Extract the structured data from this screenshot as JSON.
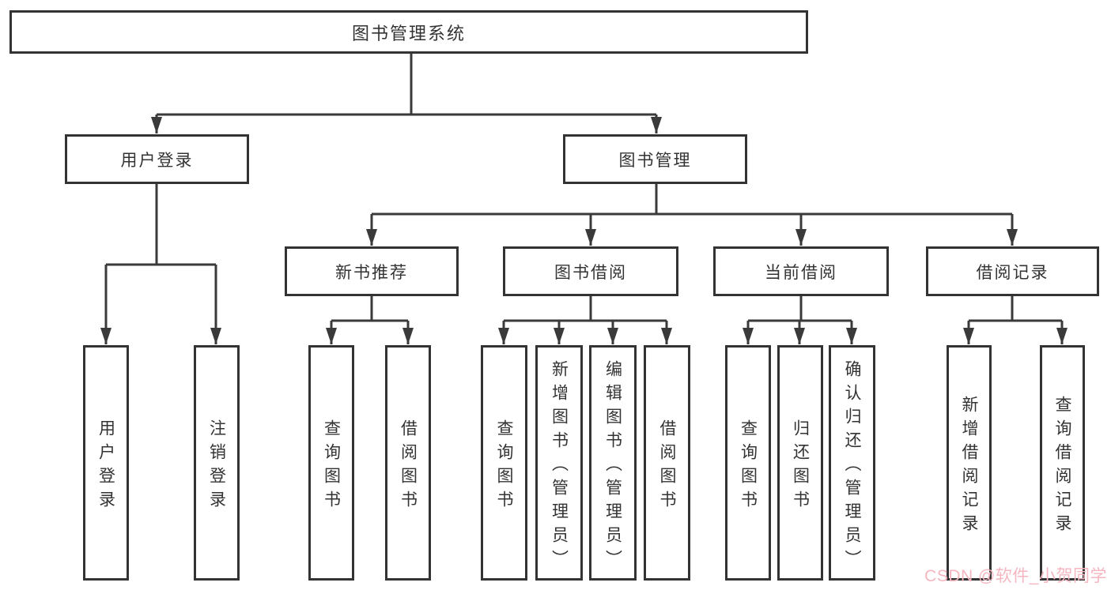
{
  "diagram": {
    "root": {
      "label": "图书管理系统"
    },
    "branches": {
      "user_login": {
        "label": "用户登录",
        "children": [
          "用户登录",
          "注销登录"
        ]
      },
      "book_management": {
        "label": "图书管理",
        "sections": {
          "new_book_recommend": {
            "label": "新书推荐",
            "children": [
              "查询图书",
              "借阅图书"
            ]
          },
          "book_borrow": {
            "label": "图书借阅",
            "children": [
              "查询图书",
              "新增图书（管理员）",
              "编辑图书（管理员）",
              "借阅图书"
            ]
          },
          "current_borrow": {
            "label": "当前借阅",
            "children": [
              "查询图书",
              "归还图书",
              "确认归还（管理员）"
            ]
          },
          "borrow_records": {
            "label": "借阅记录",
            "children": [
              "新增借阅记录",
              "查询借阅记录"
            ]
          }
        }
      }
    }
  },
  "watermark": {
    "text": "CSDN @软件_小贺同学",
    "color": "#f5b6c0"
  },
  "colors": {
    "line": "#3a3a3a",
    "border": "#333333",
    "fill": "#ffffff",
    "text": "#333333",
    "background": "#ffffff"
  }
}
